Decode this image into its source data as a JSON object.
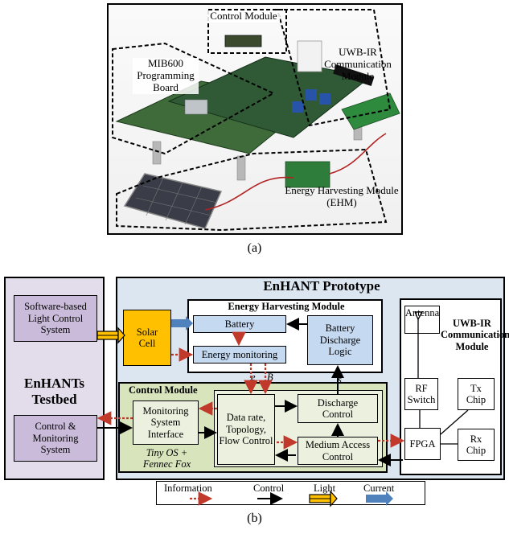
{
  "figure": {
    "photo_caption": "(a)",
    "diagram_caption": "(b)"
  },
  "photo": {
    "labels": {
      "control_module": "Control Module",
      "mib600_line1": "MIB600",
      "mib600_line2": "Programming",
      "mib600_line3": "Board",
      "uwb_line1": "UWB-IR",
      "uwb_line2": "Communication",
      "uwb_line3": "Module",
      "ehm_line1": "Energy Harvesting Module",
      "ehm_line2": "(EHM)"
    }
  },
  "diagram": {
    "testbed": {
      "title_line1": "EnHANTs",
      "title_line2": "Testbed",
      "software_line1": "Software-based",
      "software_line2": "Light Control",
      "software_line3": "System",
      "control_line1": "Control &",
      "control_line2": "Monitoring",
      "control_line3": "System"
    },
    "prototype": {
      "title": "EnHANT Prototype",
      "solar_line1": "Solar",
      "solar_line2": "Cell",
      "ehm": {
        "title": "Energy Harvesting Module",
        "battery": "Battery",
        "energy_monitoring": "Energy monitoring",
        "discharge_line1": "Battery",
        "discharge_line2": "Discharge",
        "discharge_line3": "Logic"
      },
      "signals": {
        "e": "e",
        "b": "B",
        "s": "s"
      },
      "control_module": {
        "title": "Control Module",
        "msi_line1": "Monitoring",
        "msi_line2": "System",
        "msi_line3": "Interface",
        "os_line1": "Tiny OS +",
        "os_line2": "Fennec Fox",
        "data_line1": "Data rate,",
        "data_line2": "Topology,",
        "data_line3": "Flow Control",
        "discharge_line1": "Discharge",
        "discharge_line2": "Control",
        "mac_line1": "Medium Access",
        "mac_line2": "Control"
      }
    },
    "uwb": {
      "antenna": "Antenna",
      "title_line1": "UWB-IR",
      "title_line2": "Communication",
      "title_line3": "Module",
      "rf_line1": "RF",
      "rf_line2": "Switch",
      "tx_line1": "Tx",
      "tx_line2": "Chip",
      "fpga": "FPGA",
      "rx_line1": "Rx",
      "rx_line2": "Chip"
    },
    "legend": {
      "information": "Information",
      "control": "Control",
      "light": "Light",
      "current": "Current"
    },
    "colors": {
      "testbed_fill": "#e3dceb",
      "purple_box": "#c9bbd9",
      "prototype_fill": "#dce6f1",
      "blue_box": "#c5d9f1",
      "green_fill": "#d8e4bc",
      "green_inner": "#ebf1de",
      "solar": "#ffc000",
      "info_arrow": "#c0392b",
      "current_arrow": "#4f81bd"
    }
  }
}
